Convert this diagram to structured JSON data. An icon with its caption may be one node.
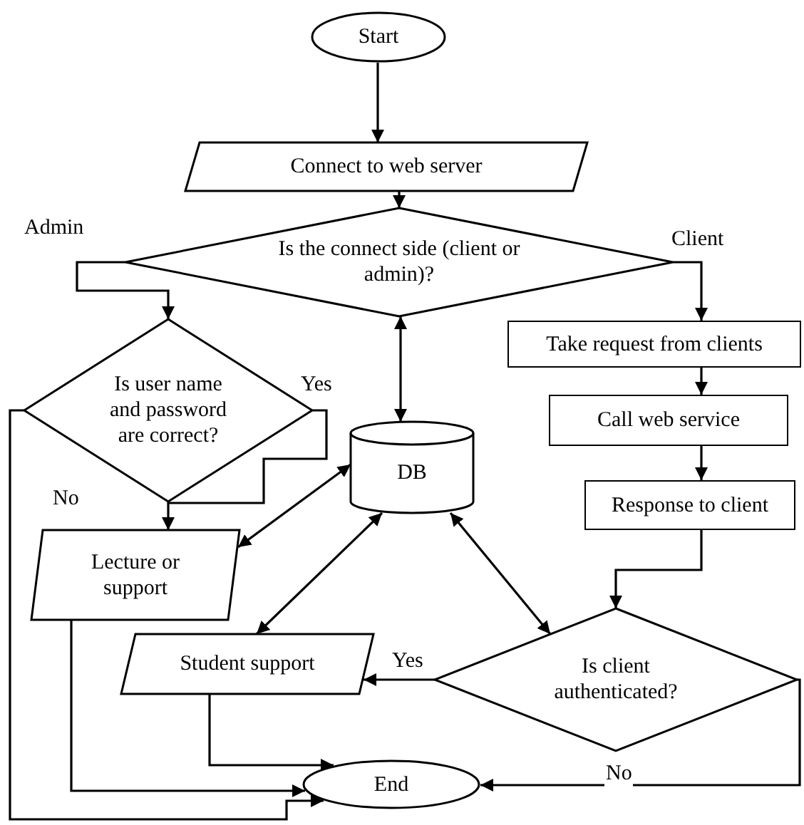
{
  "diagram": {
    "nodes": [
      {
        "text": [
          "Start"
        ]
      },
      {
        "text": [
          "Connect to web server"
        ]
      },
      {
        "text": [
          "Is the connect side (client or admin)?"
        ]
      },
      {
        "text": [
          "Is user name and password are correct?"
        ]
      },
      {
        "text": [
          "DB"
        ]
      },
      {
        "text": [
          "Take request from clients"
        ]
      },
      {
        "text": [
          "Call web service"
        ]
      },
      {
        "text": [
          "Response to client"
        ]
      },
      {
        "text": [
          "Lecture or support"
        ]
      },
      {
        "text": [
          "Student support"
        ]
      },
      {
        "text": [
          "Is client authenticated?"
        ]
      },
      {
        "text": [
          "End"
        ]
      }
    ],
    "edges": [
      {
        "from": 0,
        "to": 1,
        "arrow": "to"
      },
      {
        "from": 1,
        "to": 2,
        "arrow": "to"
      },
      {
        "from": 2,
        "to": 3,
        "arrow": "to",
        "label": "Admin"
      },
      {
        "from": 2,
        "to": 5,
        "arrow": "to",
        "label": "Client"
      },
      {
        "from": 2,
        "to": 4,
        "arrow": "both"
      },
      {
        "from": 3,
        "to": 8,
        "arrow": "to",
        "label": "Yes"
      },
      {
        "from": 3,
        "to": 11,
        "arrow": "to",
        "label": "No"
      },
      {
        "from": 5,
        "to": 6,
        "arrow": "to"
      },
      {
        "from": 6,
        "to": 7,
        "arrow": "to"
      },
      {
        "from": 7,
        "to": 10,
        "arrow": "to"
      },
      {
        "from": 4,
        "to": 8,
        "arrow": "both"
      },
      {
        "from": 4,
        "to": 9,
        "arrow": "both"
      },
      {
        "from": 4,
        "to": 10,
        "arrow": "both"
      },
      {
        "from": 10,
        "to": 9,
        "arrow": "to",
        "label": "Yes"
      },
      {
        "from": 10,
        "to": 11,
        "arrow": "to",
        "label": "No"
      },
      {
        "from": 8,
        "to": 11,
        "arrow": "to"
      },
      {
        "from": 9,
        "to": 11,
        "arrow": "to"
      }
    ]
  }
}
